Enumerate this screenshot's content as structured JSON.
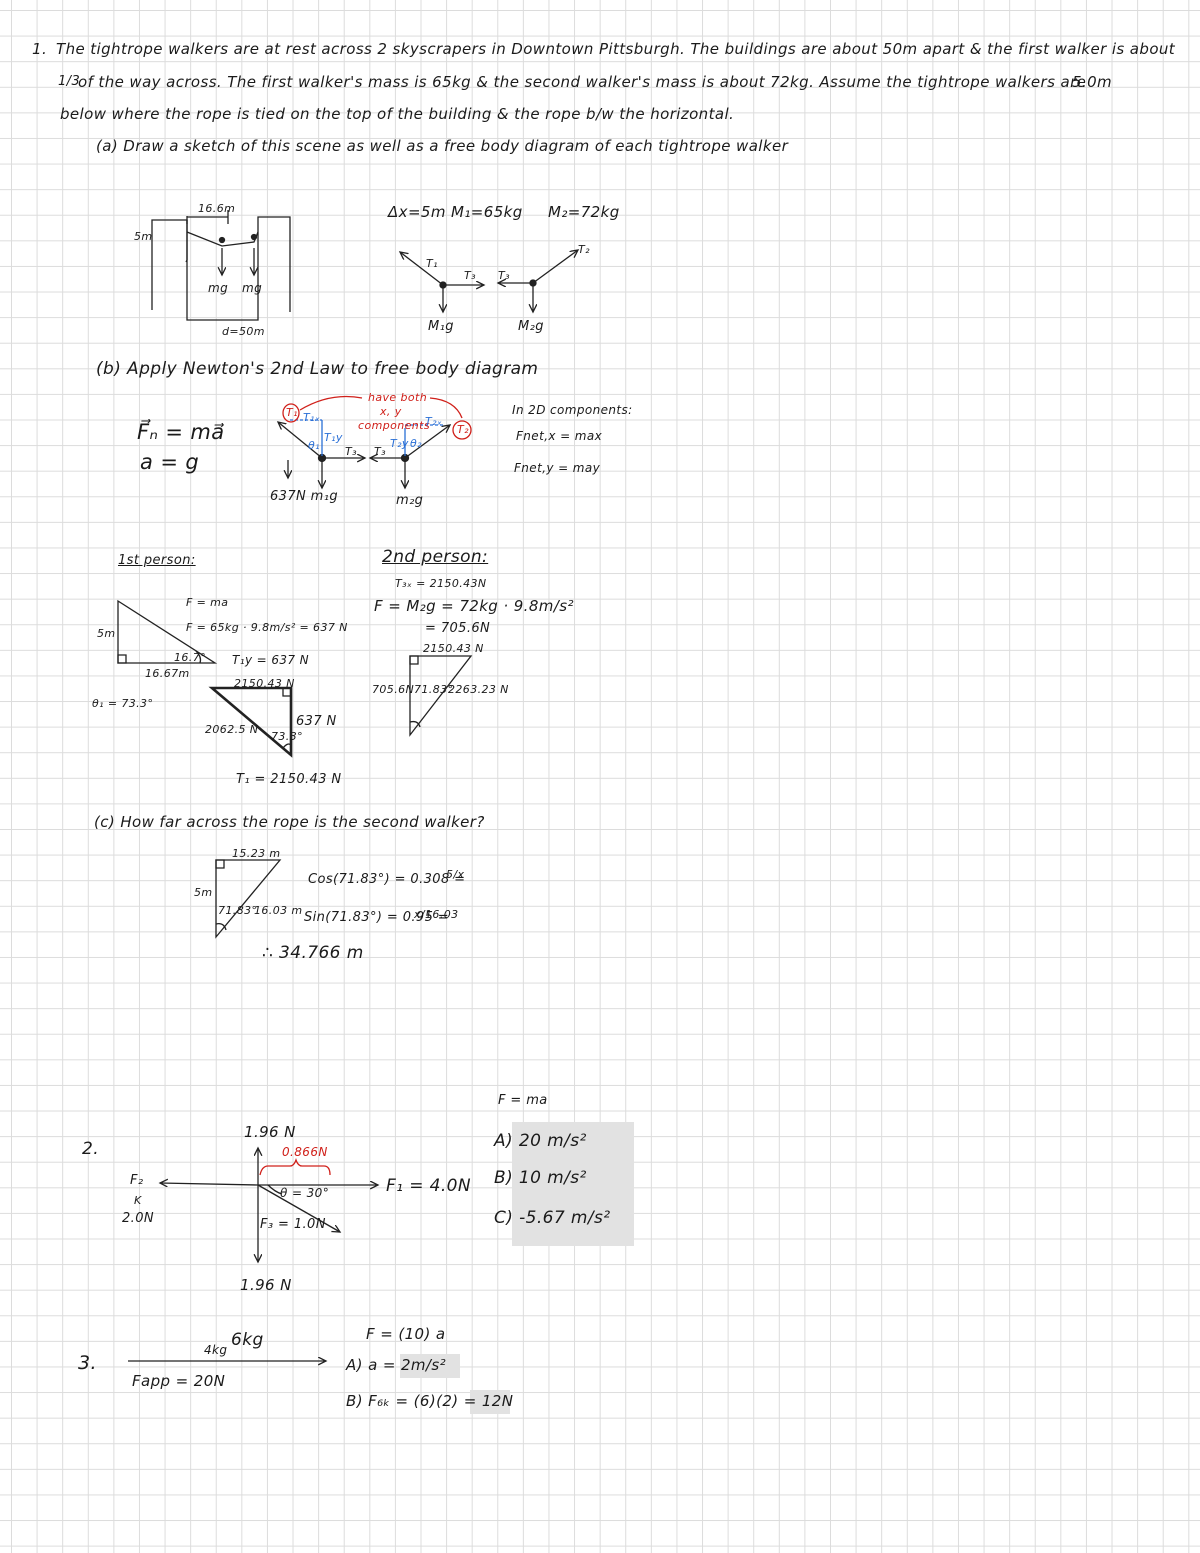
{
  "problem1": {
    "number": "1.",
    "line1": "The tightrope walkers are at rest across 2 skyscrapers in Downtown Pittsburgh. The buildings are about 50m apart & the first walker is about",
    "line2_fraction": "1/3",
    "line2": "of the way across. The first walker's mass is 65kg & the second walker's mass is about 72kg. Assume the tightrope walkers are",
    "line2_end": "5.0m",
    "line3": "below where the rope is tied on the top of the building & the rope b/w the horizontal.",
    "part_a": "(a) Draw a sketch of this scene as well as a free body diagram of each tightrope walker",
    "sketch": {
      "height_label": "5m",
      "spacing_label": "16.6m",
      "weight1": "mg",
      "weight2": "mg",
      "width_label": "d=50m"
    },
    "fbd_top": {
      "givens": "Δx=5m  M₁=65kg",
      "m2": "M₂=72kg",
      "t1": "T₁",
      "t2": "T₂",
      "t3a": "T₃",
      "t3b": "T₃",
      "w1": "M₁g",
      "w2": "M₂g"
    },
    "part_b": "(b) Apply Newton's 2nd Law to free body diagram",
    "newton": {
      "eq1": "F⃗ₙ = ma⃗",
      "eq2": "a = g"
    },
    "fbd_mid": {
      "note1": "have both",
      "note2": "x, y",
      "note3": "components",
      "t1": "T₁",
      "t1x": "T₁ₓ",
      "t1y": "T₁y",
      "theta1": "θ₁",
      "t3": "T₃",
      "t3b": "T₃",
      "t2": "T₂",
      "t2x": "T₂ₓ",
      "t2y": "T₂y",
      "theta2": "θ₂",
      "w1": "637N  m₁g",
      "w2": "m₂g"
    },
    "components": {
      "title": "In 2D components:",
      "x": "Fnet,x = max",
      "y": "Fnet,y = may"
    },
    "person1": {
      "title": "1st person:",
      "side": "5m",
      "base": "16.67m",
      "angle": "16.7°",
      "theta": "θ₁ = 73.3°",
      "f_eq": "F = ma",
      "f_calc": "F = 65kg · 9.8m/s² = 637 N",
      "t_y": "T₁y = 637 N",
      "tri_top": "2150.43 N",
      "tri_left": "2062.5 N",
      "tri_right": "637 N",
      "tri_angle": "73.3°",
      "t_total": "T₁ = 2150.43 N"
    },
    "person2": {
      "title": "2nd person:",
      "t3x": "T₃ₓ = 2150.43N",
      "f_eq": "F = M₂g = 72kg · 9.8m/s²",
      "f_val": "= 705.6N",
      "tri_top": "2150.43 N",
      "tri_left": "705.6N",
      "tri_angle": "71.83°",
      "tri_hyp": "2263.23 N"
    },
    "part_c": "(c) How far across the rope is the second walker?",
    "distance": {
      "top": "15.23 m",
      "left": "5m",
      "angle": "71.83°",
      "hyp": "16.03 m",
      "cos": "Cos(71.83°) = 0.308 =",
      "cos_frac": "5/x",
      "sin": "Sin(71.83°) = 0.95 =",
      "sin_frac": "x/16.03",
      "answer": "∴ 34.766 m"
    }
  },
  "problem2": {
    "number": "2.",
    "f2": "F₂",
    "f2_dir": "K",
    "f2_val": "2.0N",
    "up": "1.96 N",
    "down": "1.96 N",
    "red": "0.866N",
    "theta": "θ = 30°",
    "f3": "F₃ = 1.0N",
    "f1": "F₁ = 4.0N",
    "eq": "F = ma",
    "answers": [
      "A) 20 m/s²",
      "B) 10 m/s²",
      "C) -5.67 m/s²"
    ]
  },
  "problem3": {
    "number": "3.",
    "mass1": "4kg",
    "mass2": "6kg",
    "fapp": "Fapp = 20N",
    "eq": "F = (10) a",
    "a": "A) a = 2m/s²",
    "b": "B) F₆ₖ = (6)(2) = 12N"
  }
}
